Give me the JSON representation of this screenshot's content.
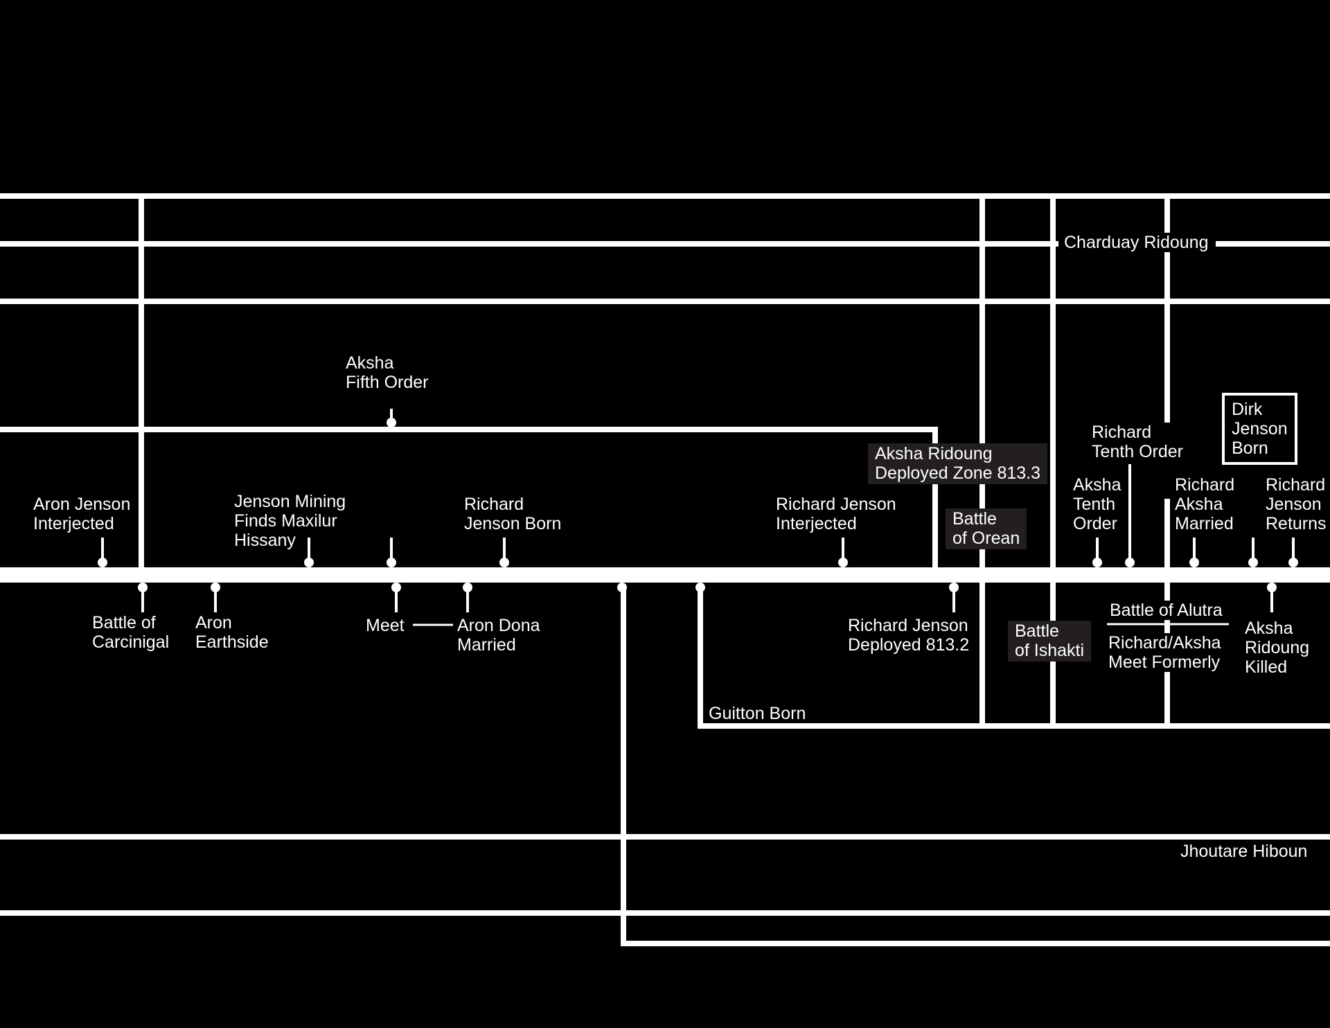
{
  "lines": {
    "charduay": "Charduay Ridoung",
    "jhoutare": "Jhoutare Hiboun",
    "guitton": "Guitton Born"
  },
  "events": {
    "aron_jenson_interjected": [
      "Aron Jenson",
      "Interjected"
    ],
    "jenson_mining": [
      "Jenson Mining",
      "Finds Maxilur",
      "Hissany"
    ],
    "aksha_fifth_order": [
      "Aksha",
      "Fifth Order"
    ],
    "richard_jenson_born": [
      "Richard",
      "Jenson Born"
    ],
    "richard_jenson_interjected": [
      "Richard Jenson",
      "Interjected"
    ],
    "aksha_ridoung_deployed": [
      "Aksha Ridoung",
      "Deployed Zone 813.3"
    ],
    "battle_of_orean": [
      "Battle",
      "of Orean"
    ],
    "richard_tenth_order": [
      "Richard",
      "Tenth Order"
    ],
    "aksha_tenth_order": [
      "Aksha",
      "Tenth",
      "Order"
    ],
    "richard_aksha_married": [
      "Richard",
      "Aksha",
      "Married"
    ],
    "dirk_jenson_born": [
      "Dirk",
      "Jenson",
      "Born"
    ],
    "richard_jenson_returns": [
      "Richard",
      "Jenson",
      "Returns"
    ],
    "battle_of_carcinigal": [
      "Battle of",
      "Carcinigal"
    ],
    "aron_earthside": [
      "Aron",
      "Earthside"
    ],
    "meet": [
      "Meet"
    ],
    "aron_dona_married": [
      "Aron Dona",
      "Married"
    ],
    "richard_jenson_deployed": [
      "Richard Jenson",
      "Deployed 813.2"
    ],
    "battle_of_ishakti": [
      "Battle",
      "of Ishakti"
    ],
    "battle_of_alutra": [
      "Battle of Alutra"
    ],
    "meet_formerly": [
      "Richard/Aksha",
      "Meet Formerly"
    ],
    "aksha_ridoung_killed": [
      "Aksha",
      "Ridoung",
      "Killed"
    ]
  },
  "colors": {
    "background": "#000000",
    "line": "#ffffff",
    "label_box": "#231f20"
  }
}
